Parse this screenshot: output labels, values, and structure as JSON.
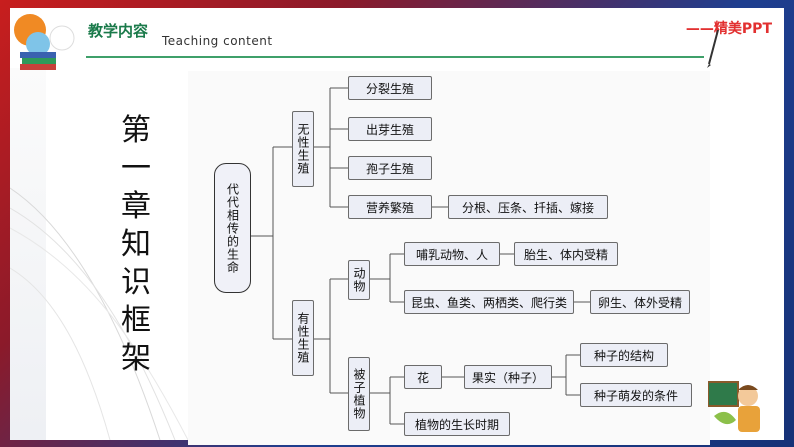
{
  "header": {
    "title": "教学内容",
    "subtitle": "Teaching  content",
    "brand": "——精美PPT"
  },
  "side_title": [
    "第",
    "一",
    "章",
    "知",
    "识",
    "框",
    "架"
  ],
  "diagram": {
    "root": "代代相传的生命",
    "asexual": {
      "label": "无性生殖",
      "items": [
        "分裂生殖",
        "出芽生殖",
        "孢子生殖",
        "营养繁殖"
      ],
      "vegetative_methods": "分根、压条、扦插、嫁接"
    },
    "sexual": {
      "label": "有性生殖",
      "animals": {
        "label": "动物",
        "mammals": "哺乳动物、人",
        "mammals_result": "胎生、体内受精",
        "others": "昆虫、鱼类、两栖类、爬行类",
        "others_result": "卵生、体外受精"
      },
      "plants": {
        "label": "被子植物",
        "flower": "花",
        "fruit": "果实（种子）",
        "seed_structure": "种子的结构",
        "seed_germination": "种子萌发的条件",
        "growth": "植物的生长时期"
      }
    }
  },
  "icons": {
    "logo": "books-globe-logo-icon",
    "pen": "pen-icon",
    "teacher": "teacher-at-blackboard-icon"
  },
  "colors": {
    "accent_green": "#1a7a4a",
    "brand_red": "#e23030",
    "frame_blue": "#1b3d8c",
    "frame_red": "#c81e1e"
  }
}
